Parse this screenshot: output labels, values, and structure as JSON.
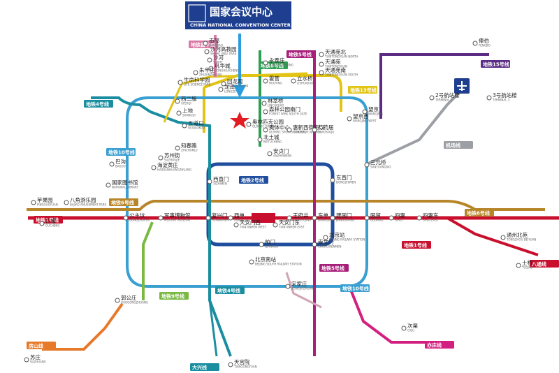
{
  "header": {
    "title": "国家会议中心",
    "subtitle": "CHINA NATIONAL CONVENTION CENTER"
  },
  "badges": [
    {
      "label": "地铁昌平线",
      "color": "#d97aa7"
    },
    {
      "label": "地铁8号线",
      "color": "#2e9e53"
    },
    {
      "label": "地铁5号线",
      "color": "#a81f7a"
    },
    {
      "label": "地铁13号线",
      "color": "#e2c415"
    },
    {
      "label": "地铁15号线",
      "color": "#5b2c83"
    },
    {
      "label": "地铁4号线",
      "color": "#1a8ea0"
    },
    {
      "label": "地铁10号线",
      "color": "#3a9fd1"
    },
    {
      "label": "机场线",
      "color": "#9c9fa3"
    },
    {
      "label": "地铁6号线",
      "color": "#b8862a"
    },
    {
      "label": "地铁2号线",
      "color": "#1f4e9e"
    },
    {
      "label": "地铁1号线",
      "color": "#c8102e"
    },
    {
      "label": "地铁6号线",
      "color": "#b8862a"
    },
    {
      "label": "地铁1号线",
      "color": "#c8102e"
    },
    {
      "label": "八通线",
      "color": "#c8102e"
    },
    {
      "label": "地铁9号线",
      "color": "#7bb942"
    },
    {
      "label": "地铁4号线",
      "color": "#1a8ea0"
    },
    {
      "label": "地铁5号线",
      "color": "#a81f7a"
    },
    {
      "label": "地铁10号线",
      "color": "#3a9fd1"
    },
    {
      "label": "房山线",
      "color": "#e6792a"
    },
    {
      "label": "大兴线",
      "color": "#1a8ea0"
    },
    {
      "label": "亦庄线",
      "color": "#d31f7f"
    }
  ],
  "stations": [
    {
      "name": "南邵",
      "en": "NANSHAO"
    },
    {
      "name": "沙河高教园",
      "en": "SHAHE UNIV. PARK"
    },
    {
      "name": "沙河",
      "en": "SHAHE"
    },
    {
      "name": "巩华城",
      "en": "GONGHUACHENG"
    },
    {
      "name": "朱辛庄",
      "en": "ZHUXINZHUANG"
    },
    {
      "name": "生命科学园",
      "en": "LIFE SCIENCE PARK"
    },
    {
      "name": "西二旗",
      "en": "XI'ERQI"
    },
    {
      "name": "上地",
      "en": "SHANGDI"
    },
    {
      "name": "五道口",
      "en": "WUDAOKOU"
    },
    {
      "name": "龙泽",
      "en": "LONGZE"
    },
    {
      "name": "回龙观",
      "en": "HUILONGGUAN"
    },
    {
      "name": "霍营",
      "en": "HUOYING"
    },
    {
      "name": "立水桥",
      "en": "LISHUIQIAO"
    },
    {
      "name": "天通苑北",
      "en": "TIANTONGYUAN NORTH"
    },
    {
      "name": "天通苑",
      "en": "TIANTONGYUAN"
    },
    {
      "name": "天通苑南",
      "en": "TIANTONGYUAN SOUTH"
    },
    {
      "name": "永泰庄",
      "en": "YONGTAIZHUANG"
    },
    {
      "name": "林萃桥",
      "en": "LINCUIQIAO"
    },
    {
      "name": "森林公园南门",
      "en": "FOREST PARK SOUTH GATE"
    },
    {
      "name": "奥林匹克公园",
      "en": "OLYMPIC GREEN"
    },
    {
      "name": "奥体中心",
      "en": "OLYMPIC SPORTS CENTER"
    },
    {
      "name": "北土城",
      "en": "BEITUCHENG"
    },
    {
      "name": "安贞门",
      "en": "ANZHENMEN"
    },
    {
      "name": "惠新西街南口",
      "en": "HUIXINXIJIE NANKOU"
    },
    {
      "name": "芍药居",
      "en": "SHAOYAOJU"
    },
    {
      "name": "望京西",
      "en": "WANGJING WEST"
    },
    {
      "name": "望京",
      "en": "WANGJING"
    },
    {
      "name": "三元桥",
      "en": "SANYUANQIAO"
    },
    {
      "name": "东直门",
      "en": "DONGZHIMEN"
    },
    {
      "name": "国贸",
      "en": "GUOMAO"
    },
    {
      "name": "西直门",
      "en": "XIZHIMEN"
    },
    {
      "name": "知春路",
      "en": "ZHICHUNLU"
    },
    {
      "name": "苏州街",
      "en": "SUZHOUJIE"
    },
    {
      "name": "海淀黄庄",
      "en": "HAIDIANHUANGZHUANG"
    },
    {
      "name": "公主坟",
      "en": "GONGZHUFEN"
    },
    {
      "name": "军事博物馆",
      "en": "MILITARY MUSEUM"
    },
    {
      "name": "复兴门",
      "en": "FUXINGMEN"
    },
    {
      "name": "西单",
      "en": "XIDAN"
    },
    {
      "name": "天安门西",
      "en": "TIAN'ANMEN WEST"
    },
    {
      "name": "天安门东",
      "en": "TIAN'ANMEN EAST"
    },
    {
      "name": "王府井",
      "en": "WANGFUJING"
    },
    {
      "name": "东单",
      "en": "DONGDAN"
    },
    {
      "name": "建国门",
      "en": "JIANGUOMEN"
    },
    {
      "name": "北京站",
      "en": "BEIJING RAILWAY STATION"
    },
    {
      "name": "崇文门",
      "en": "CHONGWENMEN"
    },
    {
      "name": "前门",
      "en": "QIANMEN"
    },
    {
      "name": "北京南站",
      "en": "BEIJING SOUTH RAILWAY STATION"
    },
    {
      "name": "宋家庄",
      "en": "SONGJIAZHUANG"
    },
    {
      "name": "四惠",
      "en": "SIHUI"
    },
    {
      "name": "四惠东",
      "en": "SIHUI EAST"
    },
    {
      "name": "通州北苑",
      "en": "TONGZHOU BEIYUAN"
    },
    {
      "name": "土桥",
      "en": "TUQIAO"
    },
    {
      "name": "苹果园",
      "en": "PINGGUOYUAN"
    },
    {
      "name": "古城",
      "en": "GUCHENG"
    },
    {
      "name": "八角游乐园",
      "en": "BAJIAO AMUSEMENT PARK"
    },
    {
      "name": "巴沟",
      "en": "BAGOU"
    },
    {
      "name": "国家图书馆",
      "en": "NATIONAL LIBRARY"
    },
    {
      "name": "郭公庄",
      "en": "GUOGONGZHUANG"
    },
    {
      "name": "苏庄",
      "en": "SUZHUANG"
    },
    {
      "name": "天宫院",
      "en": "TIANGONGYUAN"
    },
    {
      "name": "次渠",
      "en": "CIQU"
    },
    {
      "name": "俸伯",
      "en": "FENGBO"
    },
    {
      "name": "3号航站楼",
      "en": "TERMINAL 3"
    },
    {
      "name": "2号航站楼",
      "en": "TERMINAL 2"
    }
  ]
}
